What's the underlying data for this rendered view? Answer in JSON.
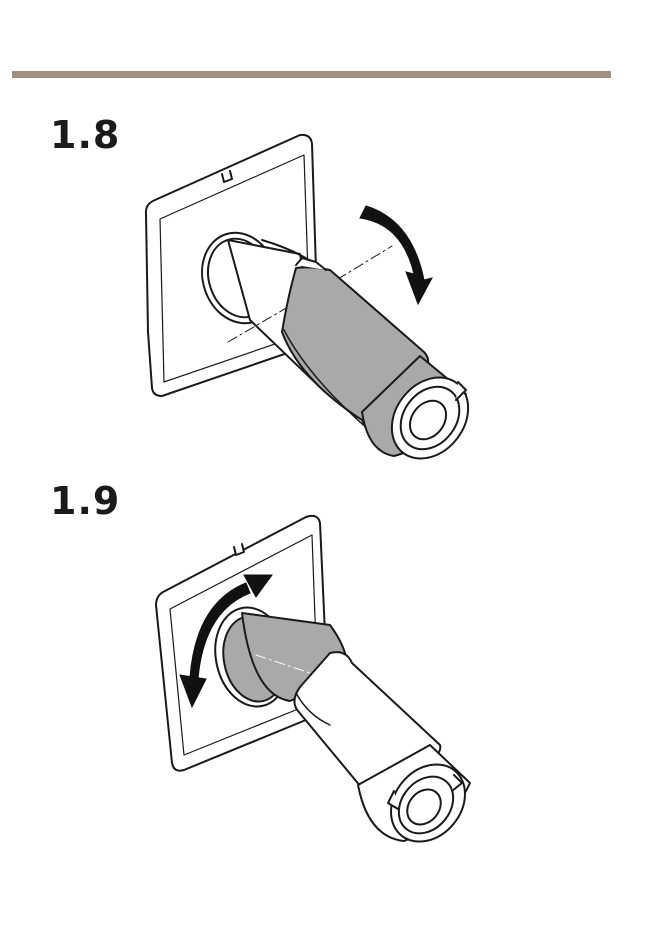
{
  "steps": [
    {
      "number": "1.8",
      "action": "rotate-clockwise"
    },
    {
      "number": "1.9",
      "action": "rotate-both-directions"
    }
  ],
  "colors": {
    "rule": "#a08e80",
    "outline": "#1a1a1a",
    "plate": "#ffffff",
    "sleeve": "#a9a9a9",
    "arrow": "#111111"
  }
}
